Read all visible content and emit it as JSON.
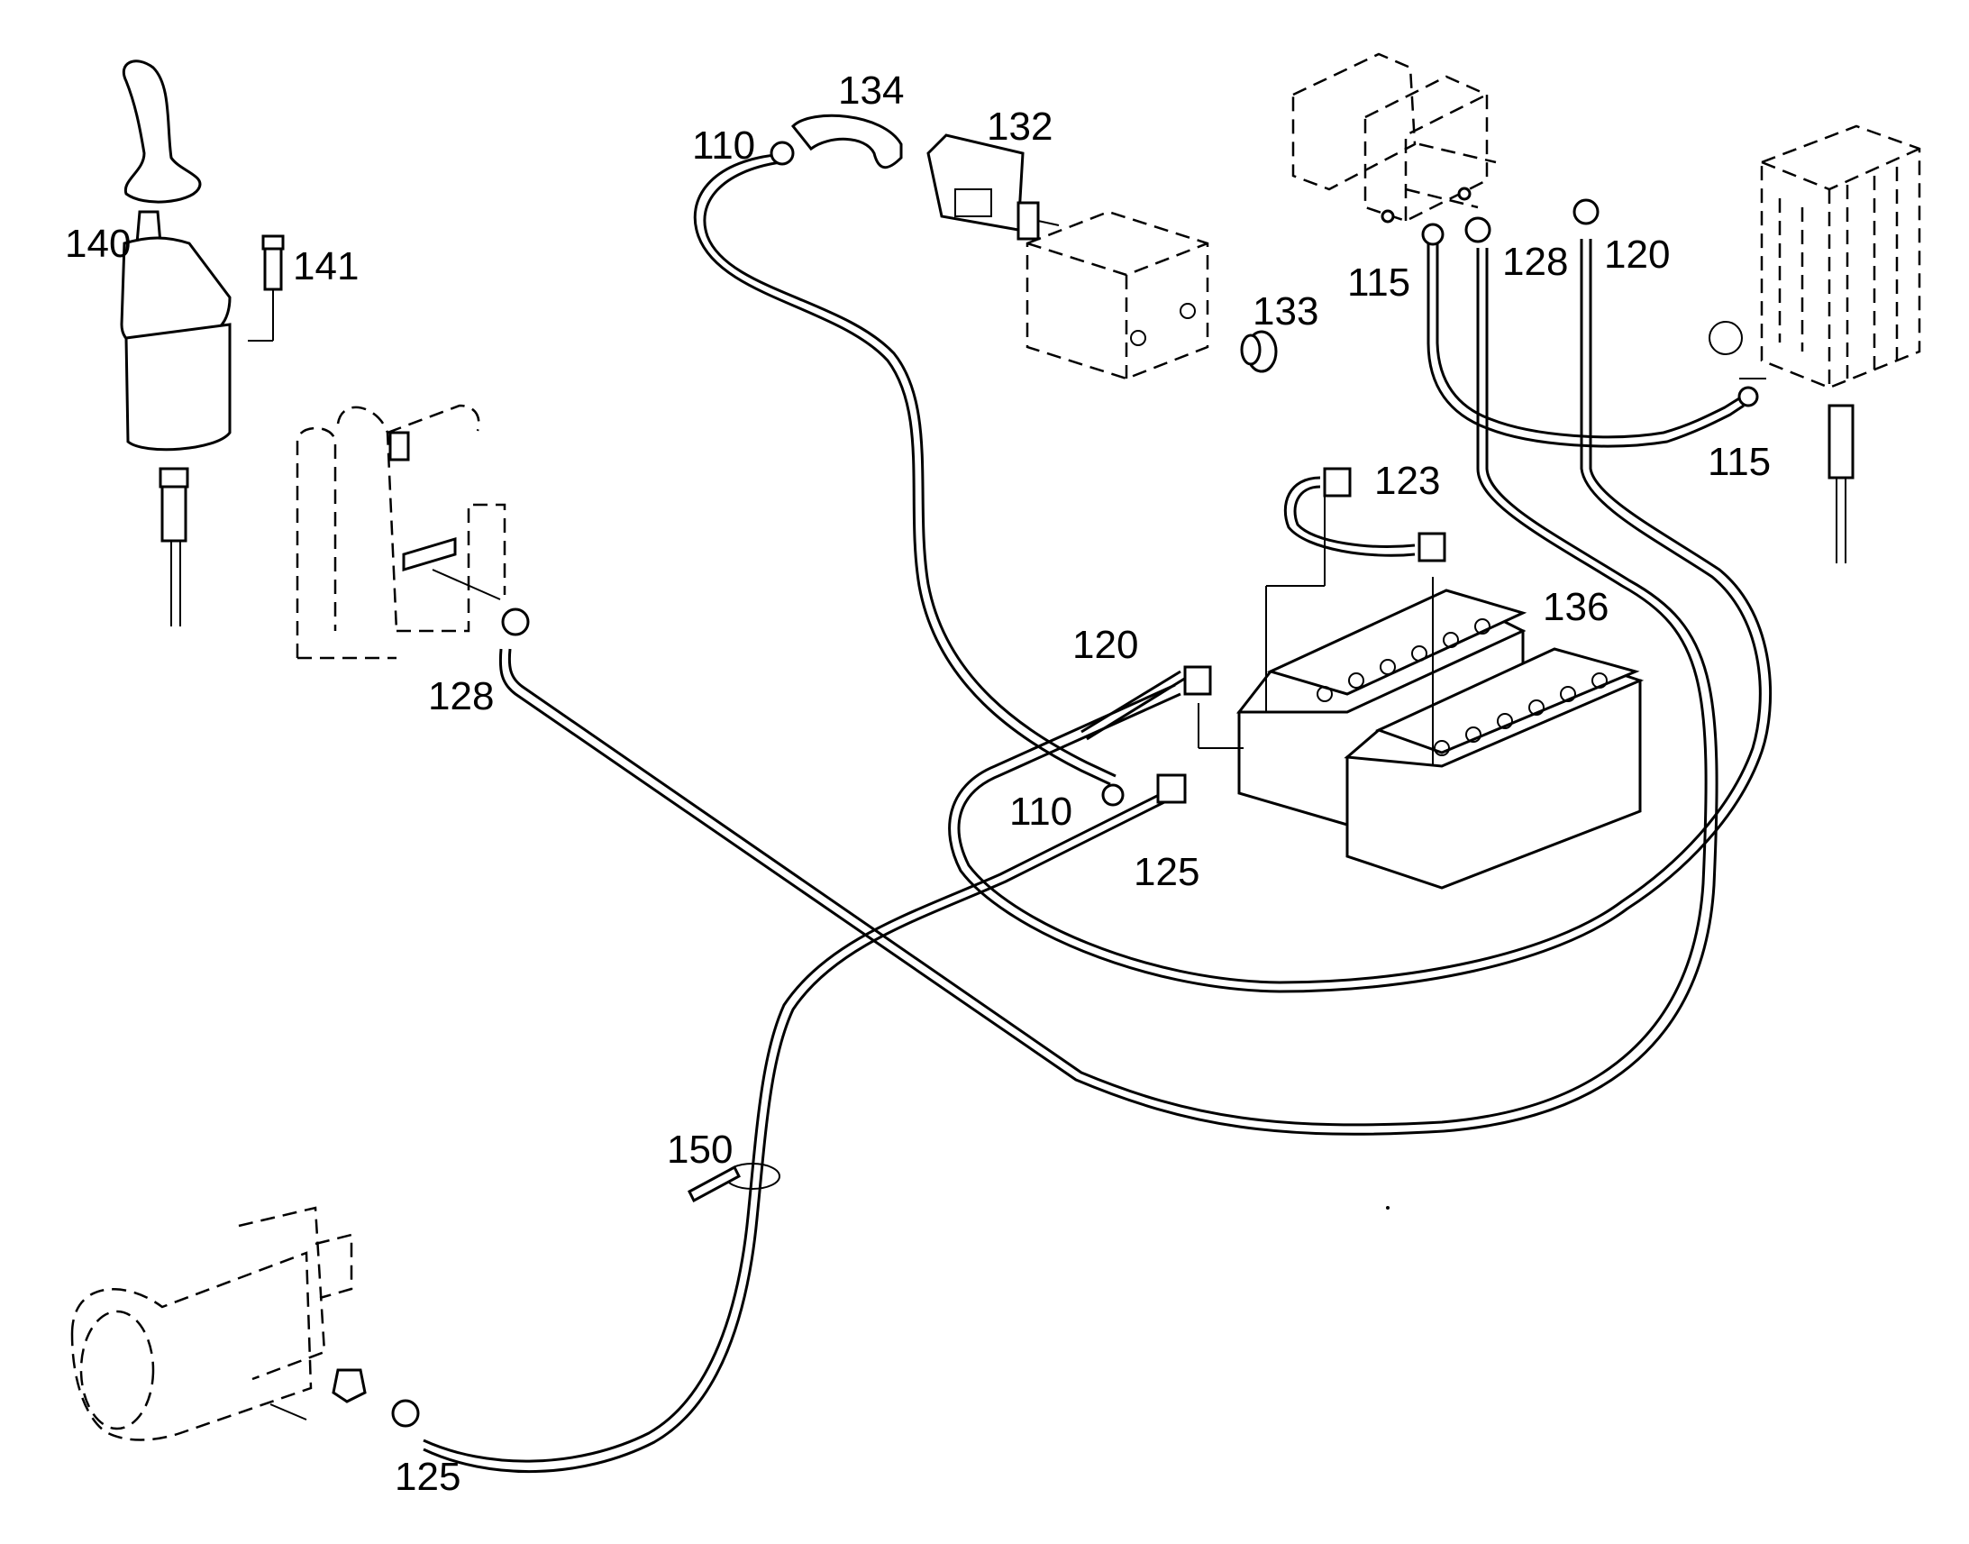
{
  "labels": {
    "l110a": "110",
    "l134": "134",
    "l132": "132",
    "l140": "140",
    "l141": "141",
    "l133": "133",
    "l115a": "115",
    "l128a": "128",
    "l120a": "120",
    "l115b": "115",
    "l123": "123",
    "l136": "136",
    "l120b": "120",
    "l128b": "128",
    "l110b": "110",
    "l125a": "125",
    "l150": "150",
    "l125b": "125"
  },
  "components": {
    "joystick": "joystick-icon",
    "bolt": "bolt-icon",
    "breaker_switch": "switch-icon",
    "terminal_block": "block-icon",
    "plug": "plug-icon",
    "hydraulic_pump": "pump-icon",
    "valve_bank": "valve-icon",
    "battery_1": "battery-icon",
    "battery_2": "battery-icon",
    "frame_bracket": "bracket-icon",
    "starter_motor": "motor-icon",
    "cable_tie": "cable-tie-icon"
  }
}
